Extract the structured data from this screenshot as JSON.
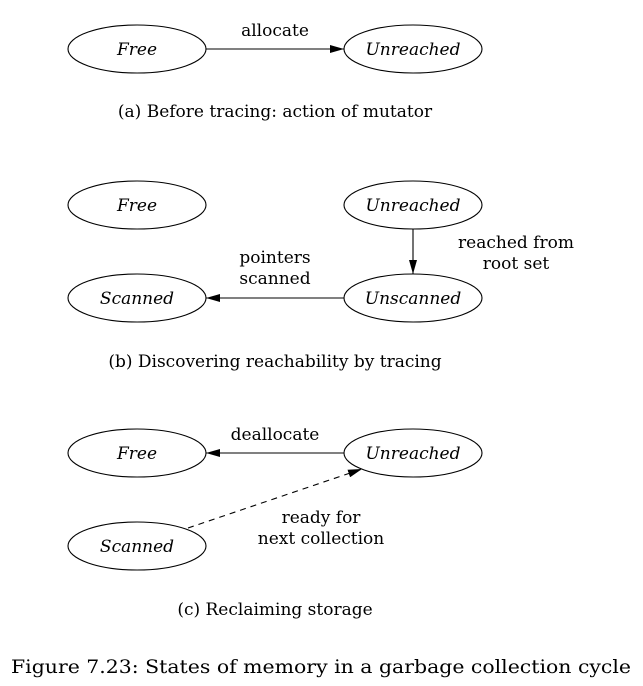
{
  "panel_a": {
    "free": "Free",
    "unreached": "Unreached",
    "edge_allocate": "allocate",
    "caption": "(a) Before tracing: action of mutator"
  },
  "panel_b": {
    "free": "Free",
    "unreached": "Unreached",
    "scanned": "Scanned",
    "unscanned": "Unscanned",
    "edge_reached_line1": "reached from",
    "edge_reached_line2": "root set",
    "edge_pointers_line1": "pointers",
    "edge_pointers_line2": "scanned",
    "caption": "(b) Discovering reachability by tracing"
  },
  "panel_c": {
    "free": "Free",
    "unreached": "Unreached",
    "scanned": "Scanned",
    "edge_deallocate": "deallocate",
    "edge_ready_line1": "ready for",
    "edge_ready_line2": "next collection",
    "caption": "(c) Reclaiming storage"
  },
  "figure_caption": "Figure 7.23: States of memory in a garbage collection cycle"
}
